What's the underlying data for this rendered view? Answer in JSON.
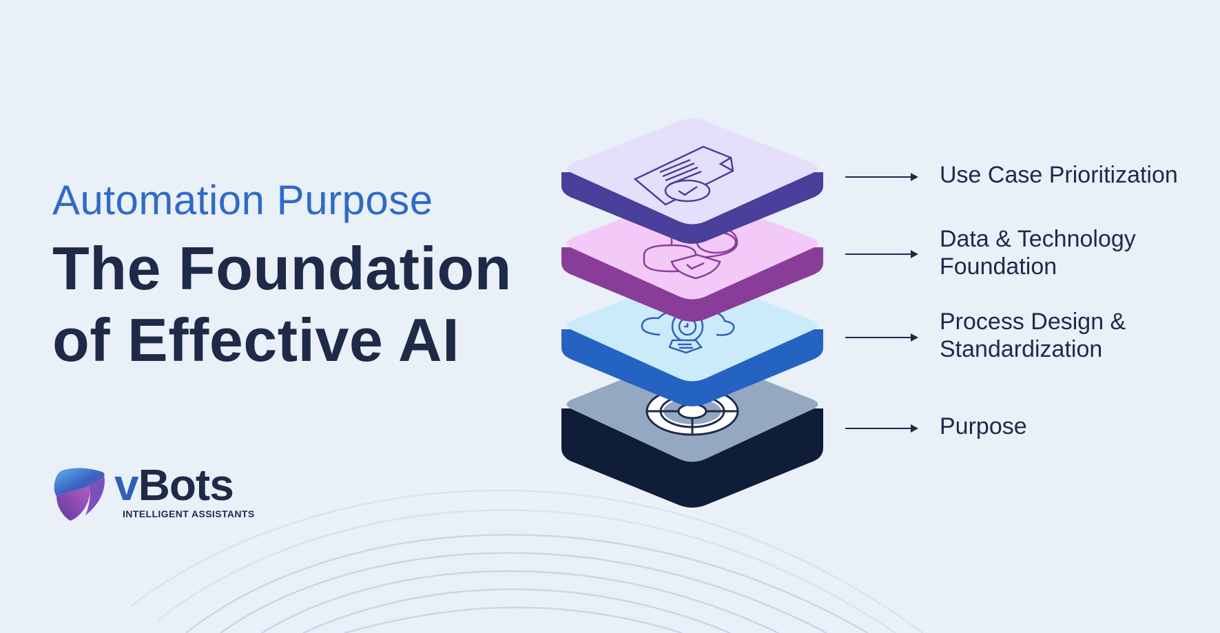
{
  "header": {
    "eyebrow": "Automation Purpose",
    "title_line1": "The Foundation",
    "title_line2": "of Effective AI"
  },
  "brand": {
    "name_v": "v",
    "name_rest": "Bots",
    "tagline": "INTELLIGENT ASSISTANTS"
  },
  "layers": [
    {
      "label_line1": "Use Case Prioritization",
      "label_line2": "",
      "icon": "document-check-icon"
    },
    {
      "label_line1": "Data & Technology",
      "label_line2": "Foundation",
      "icon": "database-shield-icon"
    },
    {
      "label_line1": "Process Design &",
      "label_line2": "Standardization",
      "icon": "cloud-gear-icon"
    },
    {
      "label_line1": "Purpose",
      "label_line2": "",
      "icon": "target-icon"
    }
  ],
  "colors": {
    "background": "#e9f0f8",
    "heading": "#1e2a48",
    "accent": "#2f6bc6",
    "layer1_top": "#e4e0fb",
    "layer1_side": "#4a3f9a",
    "layer2_top": "#f3c9f7",
    "layer2_side": "#8a3d98",
    "layer3_top": "#cbebfb",
    "layer3_side": "#2563c2",
    "layer4_top": "#95a8c2",
    "layer4_side": "#0f1d38"
  }
}
